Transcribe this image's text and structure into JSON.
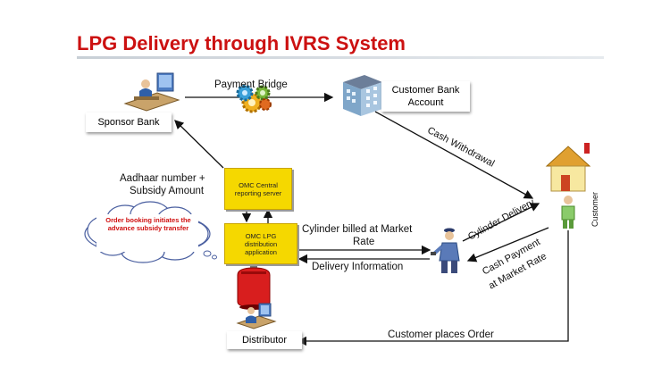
{
  "title": "LPG Delivery through IVRS System",
  "nodes": {
    "sponsor_bank": "Sponsor Bank",
    "customer_bank_line1": "Customer Bank",
    "customer_bank_line2": "Account",
    "omc_central": "OMC Central reporting server",
    "omc_lpg": "OMC LPG distribution application",
    "distributor": "Distributor",
    "customer": "Customer"
  },
  "cloud": "Order booking initiates the advance subsidy transfer",
  "edges": {
    "payment_bridge": "Payment  Bridge",
    "aadhaar_line1": "Aadhaar number  +",
    "aadhaar_line2": "Subsidy Amount",
    "cash_withdrawal": "Cash Withdrawal",
    "billed_line1": "Cylinder billed at Market",
    "billed_line2": "Rate",
    "delivery_info": "Delivery Information",
    "cylinder_delivery": "Cylinder Delivery",
    "cash_payment_line1": "Cash Payment",
    "cash_payment_line2": "at Market Rate",
    "customer_places_order": "Customer places Order"
  },
  "colors": {
    "title": "#cc1111",
    "box_fill": "#f5d800",
    "cloud_text": "#d01010",
    "arrow": "#111111"
  }
}
